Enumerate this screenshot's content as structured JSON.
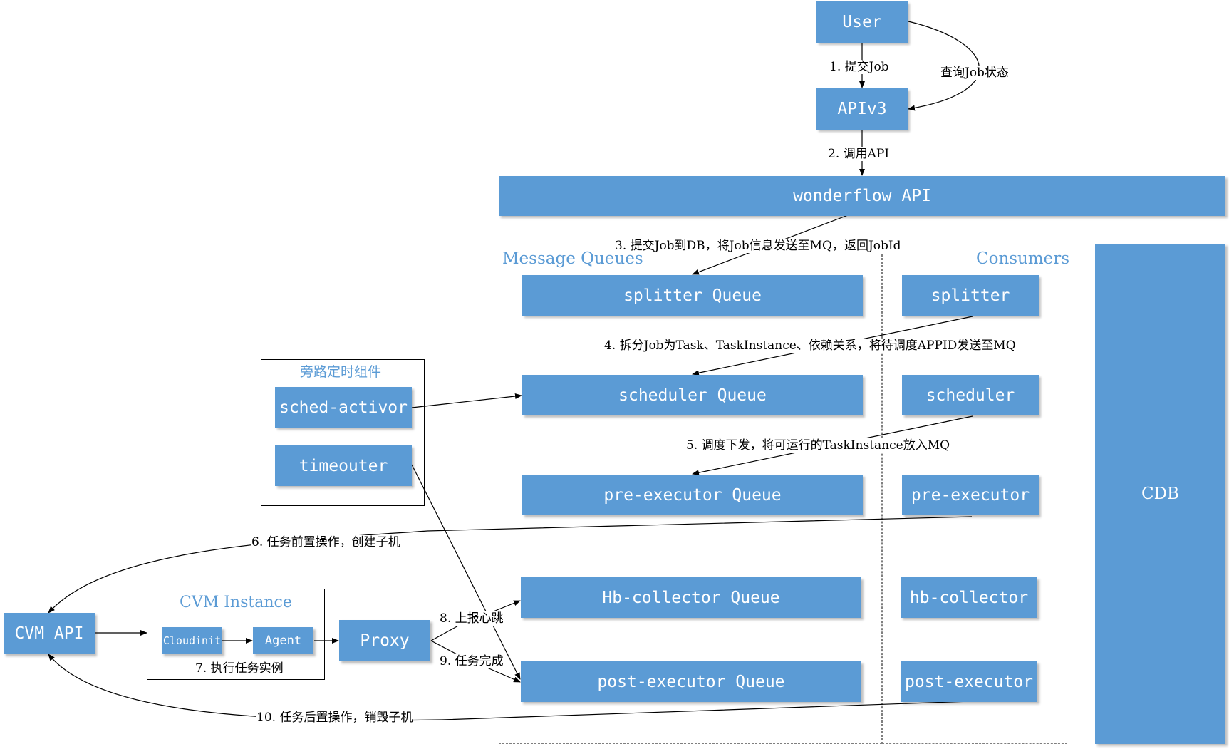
{
  "nodes": {
    "user": "User",
    "apiv3": "APIv3",
    "wonderflow_api": "wonderflow API",
    "cdb": "CDB",
    "splitter_queue": "splitter Queue",
    "scheduler_queue": "scheduler Queue",
    "pre_executor_queue": "pre-executor Queue",
    "hb_collector_queue": "Hb-collector Queue",
    "post_executor_queue": "post-executor Queue",
    "splitter": "splitter",
    "scheduler": "scheduler",
    "pre_executor": "pre-executor",
    "hb_collector": "hb-collector",
    "post_executor": "post-executor",
    "sched_activor": "sched-activor",
    "timeouter": "timeouter",
    "cvm_api": "CVM API",
    "cloudinit": "Cloudinit",
    "agent": "Agent",
    "proxy": "Proxy"
  },
  "groups": {
    "message_queues": "Message Queues",
    "consumers": "Consumers",
    "bypass_timer": "旁路定时组件",
    "cvm_instance": "CVM Instance"
  },
  "edge_labels": {
    "submit_job": "1. 提交Job",
    "query_status": "查询Job状态",
    "call_api": "2. 调用API",
    "step3": "3. 提交Job到DB，将Job信息发送至MQ，返回JobId",
    "step4": "4. 拆分Job为Task、TaskInstance、依赖关系，将待调度APPID发送至MQ",
    "step5": "5. 调度下发，将可运行的TaskInstance放入MQ",
    "step6": "6. 任务前置操作，创建子机",
    "step7": "7. 执行任务实例",
    "step8": "8. 上报心跳",
    "step9": "9. 任务完成",
    "step10": "10. 任务后置操作，销毁子机"
  },
  "colors": {
    "box_fill": "#5b9bd5",
    "box_text": "#ffffff",
    "group_title": "#5b9bd5",
    "line": "#000000"
  }
}
